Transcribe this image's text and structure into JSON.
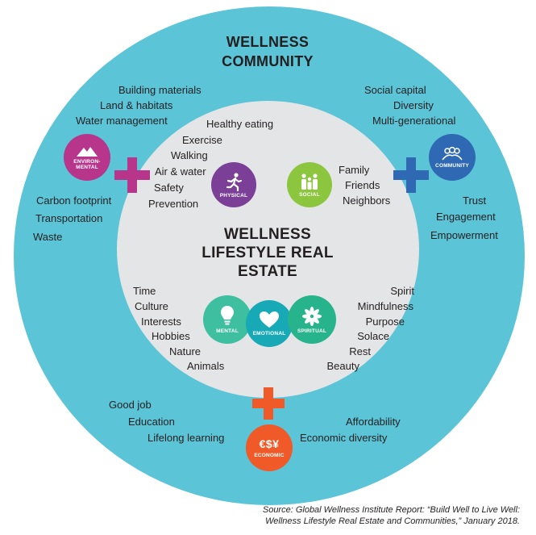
{
  "outer_title": [
    "WELLNESS",
    "COMMUNITY"
  ],
  "inner_title": [
    "WELLNESS",
    "LIFESTYLE REAL",
    "ESTATE"
  ],
  "environmental": {
    "badge": [
      "ENVIRON-",
      "MENTAL"
    ],
    "top_items": [
      "Building materials",
      "Land & habitats",
      "Water management"
    ],
    "bottom_items": [
      "Carbon footprint",
      "Transportation",
      "Waste"
    ],
    "color": "#b7358b"
  },
  "community": {
    "badge": "COMMUNITY",
    "top_items": [
      "Social capital",
      "Diversity",
      "Multi-generational"
    ],
    "bottom_items": [
      "Trust",
      "Engagement",
      "Empowerment"
    ],
    "color": "#2f69b3"
  },
  "physical": {
    "badge": "PHYSICAL",
    "items": [
      "Healthy eating",
      "Exercise",
      "Walking",
      "Air & water",
      "Safety",
      "Prevention"
    ],
    "color": "#7b3f98"
  },
  "social": {
    "badge": "SOCIAL",
    "items": [
      "Family",
      "Friends",
      "Neighbors"
    ],
    "color": "#8cc63f"
  },
  "mental": {
    "badge": "MENTAL",
    "items": [
      "Time",
      "Culture",
      "Interests",
      "Hobbies",
      "Nature",
      "Animals"
    ],
    "color": "#3dbfa0"
  },
  "emotional": {
    "badge": "EMOTIONAL",
    "color": "#17a9b5"
  },
  "spiritual": {
    "badge": "SPIRITUAL",
    "items": [
      "Spirit",
      "Mindfulness",
      "Purpose",
      "Solace",
      "Rest",
      "Beauty"
    ],
    "color": "#27b48c"
  },
  "economic": {
    "badge": "ECONOMIC",
    "symbols": "€$¥",
    "left_items": [
      "Good job",
      "Education",
      "Lifelong learning"
    ],
    "right_items": [
      "Affordability",
      "Economic diversity"
    ],
    "color": "#f05a28"
  },
  "source": [
    "Source: Global Wellness Institute Report: “Build Well to Live Well:",
    "Wellness Lifestyle Real Estate and Communities,” January 2018."
  ],
  "colors": {
    "outer": "#5bc4d7",
    "inner": "#e4e5e6"
  },
  "icons": {
    "environmental": "mountain-icon",
    "community": "people-group-icon",
    "physical": "running-person-icon",
    "social": "family-icon",
    "mental": "lightbulb-icon",
    "emotional": "heart-icon",
    "spiritual": "lotus-icon",
    "economic": "currency-icon"
  }
}
